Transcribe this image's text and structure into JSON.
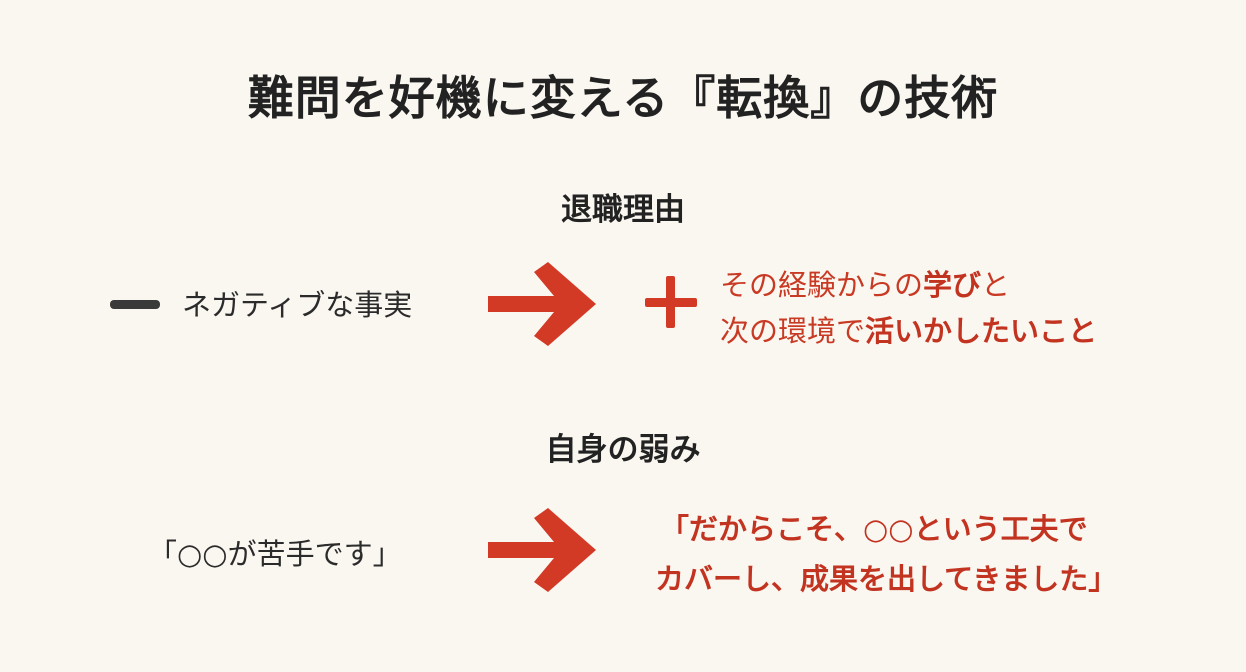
{
  "title": "難問を好機に変える『転換』の技術",
  "sections": [
    {
      "heading": "退職理由",
      "negative": "ネガティブな事実",
      "positive": {
        "line1_plain": "その経験からの",
        "line1_bold": "学び",
        "line1_tail": "と",
        "line2_plain": "次の環境で",
        "line2_bold": "活いかしたいこと"
      }
    },
    {
      "heading": "自身の弱み",
      "negative": "「○○が苦手です」",
      "positive": {
        "line1": "「だからこそ、○○という工夫で",
        "line2": "カバーし、成果を出してきました」"
      }
    }
  ],
  "colors": {
    "accent": "#d23a26",
    "text": "#2b2b2b",
    "background": "#faf7f1"
  },
  "icons": [
    "minus-icon",
    "arrow-right-icon",
    "plus-icon"
  ]
}
